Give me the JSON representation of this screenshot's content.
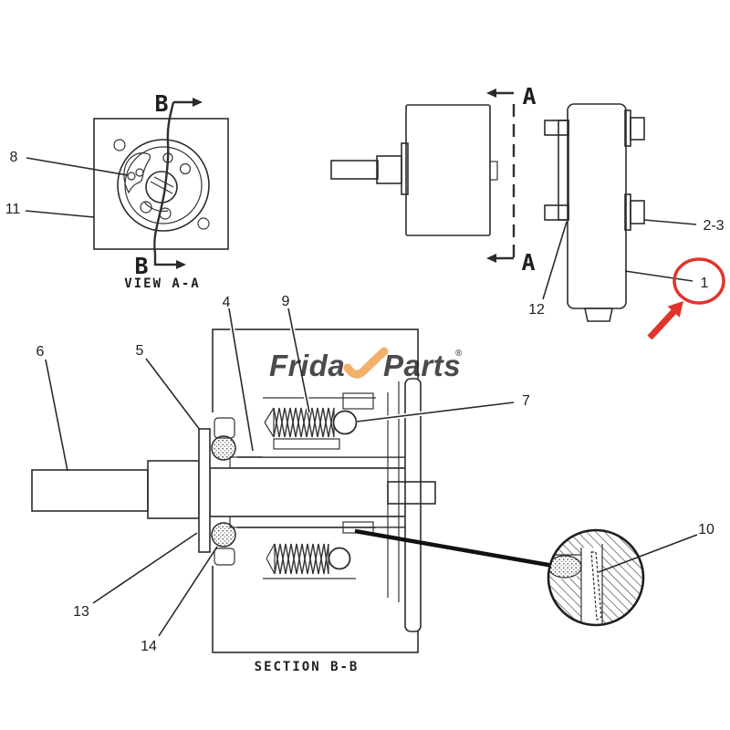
{
  "captions": {
    "view_aa": "VIEW A-A",
    "section_bb": "SECTION B-B"
  },
  "section_markers": {
    "a": "A",
    "b": "B"
  },
  "callouts": {
    "c1": "1",
    "c2_3": "2-3",
    "c4": "4",
    "c5": "5",
    "c6": "6",
    "c7": "7",
    "c8": "8",
    "c9": "9",
    "c10": "10",
    "c11": "11",
    "c12": "12",
    "c13": "13",
    "c14": "14"
  },
  "watermark": {
    "left": "Frida",
    "right": "Parts",
    "registered": "®",
    "swoosh_icon": "orange-y-swoosh",
    "color_blue": "#90a9cf",
    "color_orange": "#f0a254"
  },
  "highlight": {
    "circle_color": "#e0352b",
    "arrow_color": "#e0352b"
  },
  "drawing": {
    "line_color": "#2a2a2a",
    "background": "#ffffff"
  }
}
